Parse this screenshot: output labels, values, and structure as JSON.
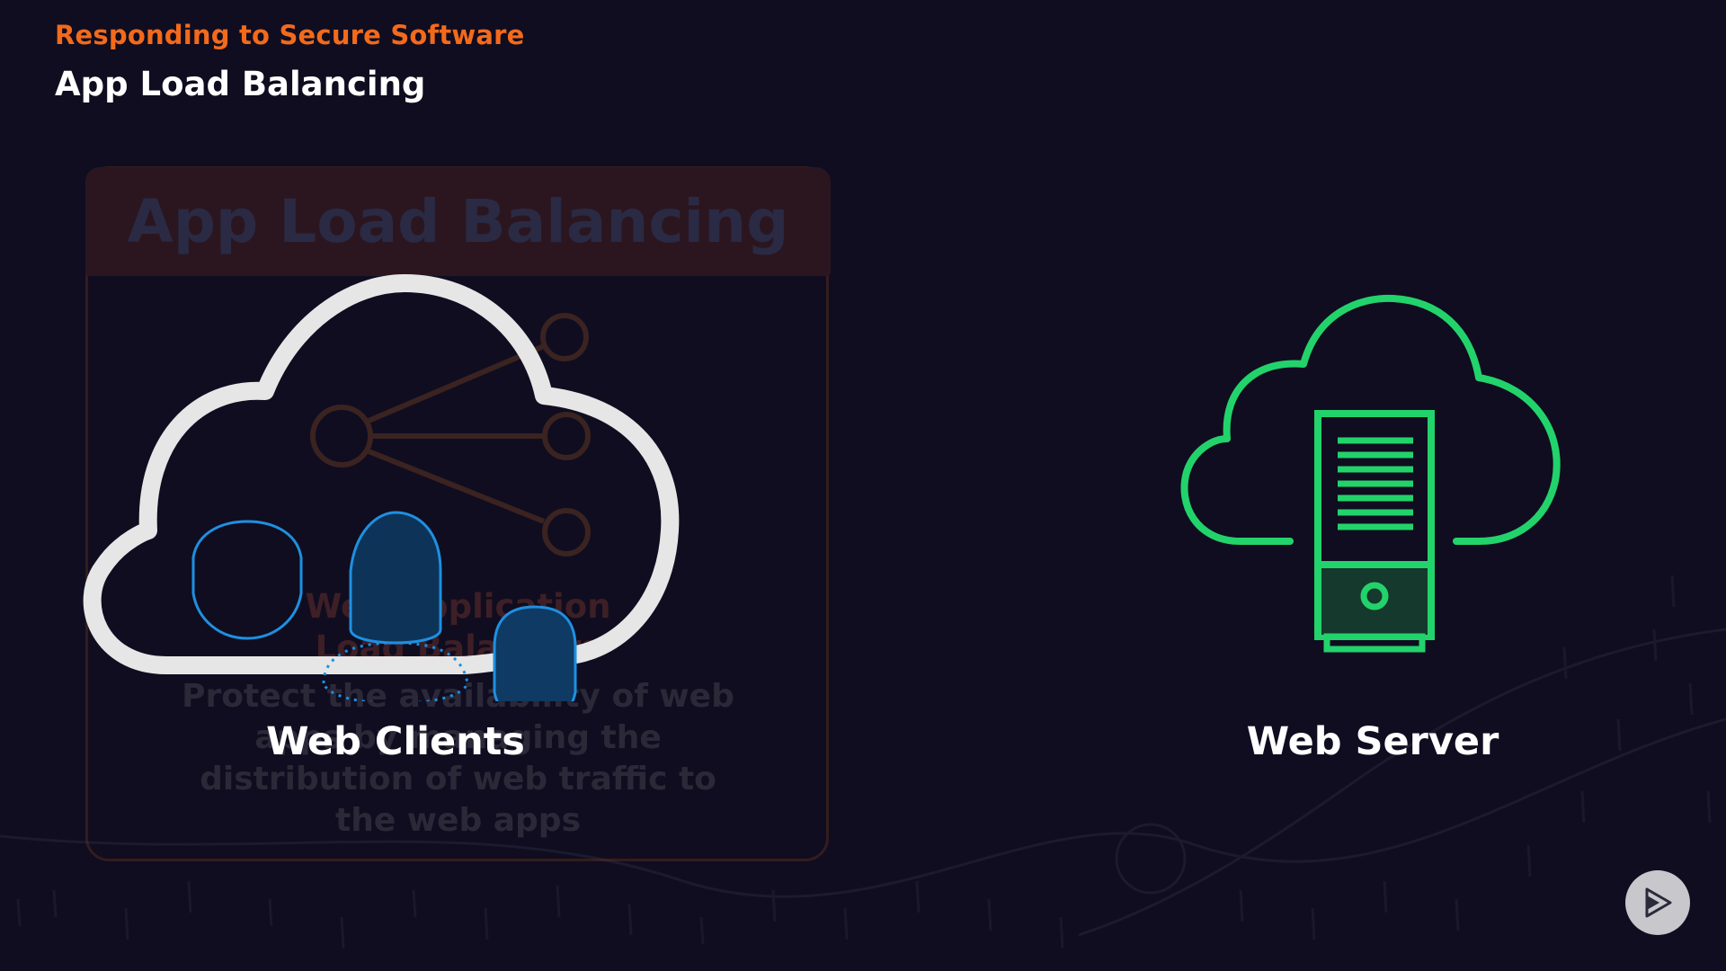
{
  "header": {
    "course_title": "Responding to Secure Software",
    "slide_title": "App Load Balancing"
  },
  "background_card": {
    "title": "App Load Balancing",
    "name_line1": "Web Application",
    "name_line2": "Load Balancers",
    "desc_line1": "Protect the availability of web",
    "desc_line2": "apps by managing the",
    "desc_line3": "distribution of web traffic to",
    "desc_line4": "the web apps"
  },
  "diagram": {
    "clients_label": "Web Clients",
    "server_label": "Web Server",
    "clients_icon": "cloud-users-icon",
    "server_icon": "cloud-server-icon"
  },
  "player": {
    "button_icon": "play-icon"
  },
  "colors": {
    "accent_orange": "#f26a1b",
    "client_blue": "#1e90e0",
    "server_green": "#22d36b",
    "background": "#100d20"
  }
}
